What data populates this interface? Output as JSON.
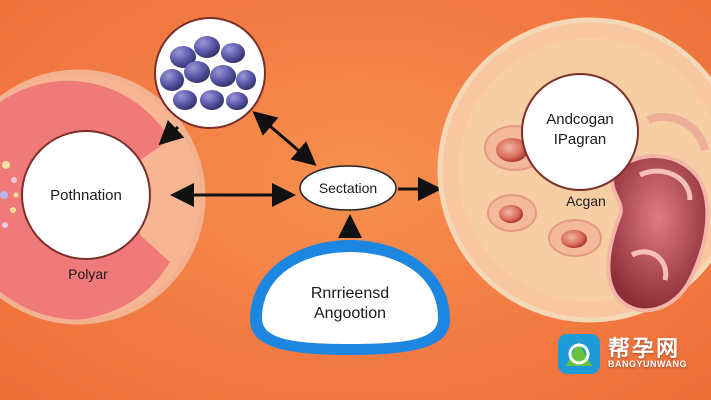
{
  "diagram": {
    "nodes": {
      "left_circle": {
        "label": "Pothnation"
      },
      "left_band": {
        "label": "Polyar"
      },
      "center_oval": {
        "label": "Sectation"
      },
      "bottom_oval": {
        "line1": "Rnrrieensd",
        "line2": "Angootion"
      },
      "right_circle": {
        "line1": "Andcogan",
        "line2": "IPagran"
      },
      "right_organ": {
        "label": "Acgan"
      }
    },
    "colors": {
      "background": "#f47c45",
      "blue_oval": "#1d86e0",
      "pink_band": "#f07a7a",
      "granule": "#5a58a8"
    }
  },
  "watermark": {
    "title": "帮孕网",
    "subtitle": "BANGYUNWANG"
  }
}
